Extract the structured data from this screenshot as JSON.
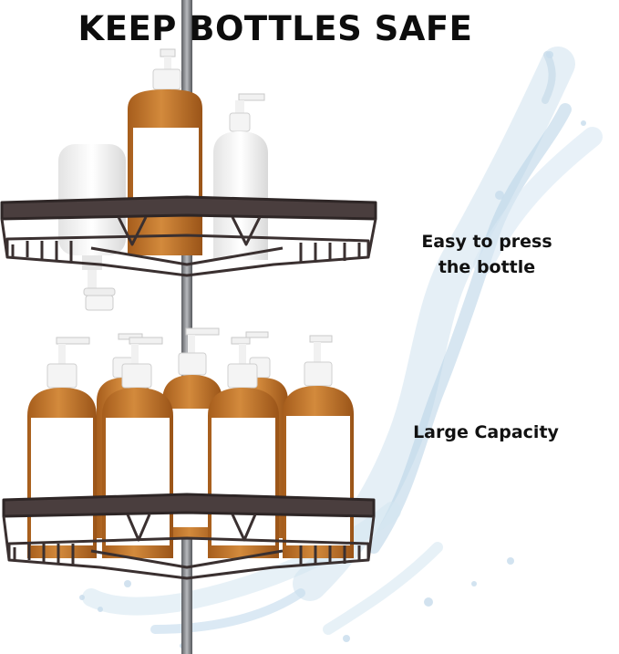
{
  "headline": "KEEP BOTTLES SAFE",
  "features": {
    "press_line1": "Easy to press",
    "press_line2": "the bottle",
    "capacity": "Large Capacity"
  },
  "colors": {
    "rack": "#3a3030",
    "pole": "#8a8c90",
    "bottle_amber": "#c67a2f",
    "bottle_label": "#ffffff",
    "pump": "#f4f4f4",
    "water": "#cfe2ef"
  }
}
